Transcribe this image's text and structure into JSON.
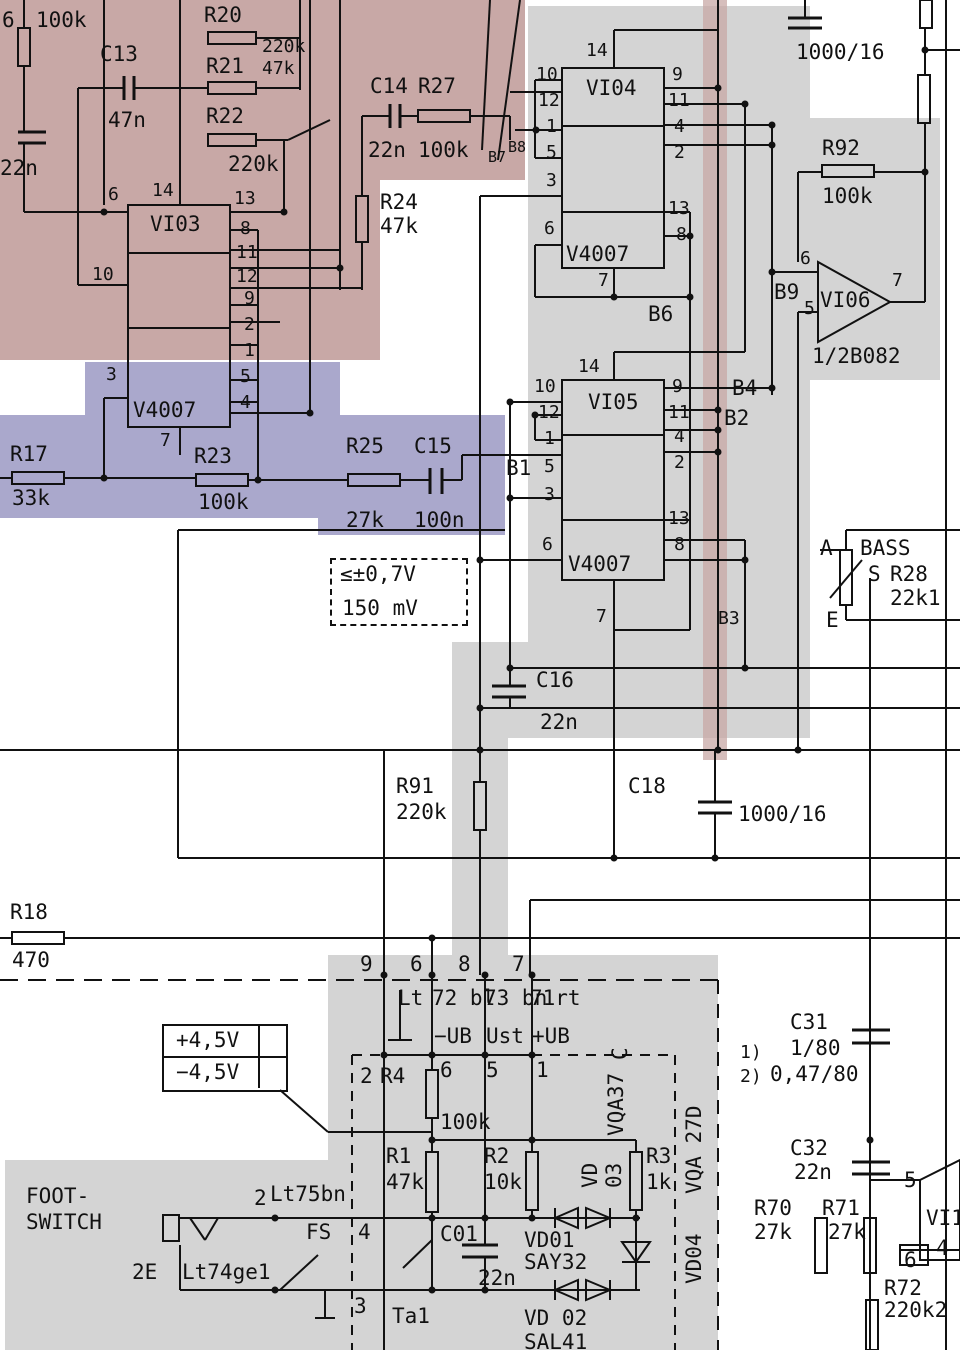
{
  "colors": {
    "region_red": "#c8a8a6",
    "region_blue": "#aaa8cc",
    "region_gray": "#d4d4d4",
    "ink": "#111111"
  },
  "resistors": {
    "r20": {
      "name": "R20",
      "value": "220k"
    },
    "r21": {
      "name": "R21",
      "value": "47k"
    },
    "r22": {
      "name": "R22",
      "value": "220k"
    },
    "r24": {
      "name": "R24",
      "value": "47k"
    },
    "r27": {
      "name": "R27",
      "value": "100k"
    },
    "r92": {
      "name": "R92",
      "value": "100k"
    },
    "r17": {
      "name": "R17",
      "value": "33k"
    },
    "r23": {
      "name": "R23",
      "value": "100k"
    },
    "r25": {
      "name": "R25",
      "value": "27k"
    },
    "r91": {
      "name": "R91",
      "value": "220k"
    },
    "r18": {
      "name": "R18",
      "value": "470"
    },
    "r4": {
      "name": "R4",
      "value": "100k"
    },
    "r1": {
      "name": "R1",
      "value": "47k"
    },
    "r2": {
      "name": "R2",
      "value": "10k"
    },
    "r3": {
      "name": "R3",
      "value": "1k"
    },
    "r28": {
      "name": "R28",
      "value": "22k1"
    },
    "r70": {
      "name": "R70",
      "value": "27k"
    },
    "r71": {
      "name": "R71",
      "value": "27k"
    },
    "r72": {
      "name": "R72",
      "value": "220k2"
    },
    "r_top_left": {
      "value": "100k"
    }
  },
  "capacitors": {
    "c13": {
      "name": "C13",
      "value": "47n"
    },
    "c14": {
      "name": "C14",
      "value": "22n"
    },
    "c15": {
      "name": "C15",
      "value": "100n"
    },
    "c16": {
      "name": "C16",
      "value": "22n"
    },
    "c18": {
      "name": "C18",
      "value": "1000/16"
    },
    "c31": {
      "name": "C31",
      "value": "1/80",
      "alt": "0,47/80"
    },
    "c32": {
      "name": "C32",
      "value": "22n"
    },
    "c01": {
      "name": "C01",
      "value": "22n"
    },
    "c_left": {
      "value": "22n"
    },
    "c_top_right": {
      "value": "1000/16"
    }
  },
  "ics": {
    "vi03": {
      "name": "VI03",
      "type": "V4007",
      "pins_left": [
        "6",
        "10",
        "3"
      ],
      "pins_top": "14",
      "pins_right": [
        "13",
        "8",
        "11",
        "12",
        "9",
        "2",
        "1",
        "5",
        "4"
      ],
      "pin_bottom": "7"
    },
    "vi04": {
      "name": "VI04",
      "type": "V4007",
      "pins_left": [
        "10",
        "12",
        "1",
        "5",
        "3",
        "6"
      ],
      "pin_top": "14",
      "pins_right": [
        "9",
        "11",
        "4",
        "2",
        "13",
        "8"
      ],
      "pin_bottom": "7"
    },
    "vi05": {
      "name": "VI05",
      "type": "V4007",
      "pins_left": [
        "10",
        "12",
        "1",
        "5",
        "3",
        "6"
      ],
      "pin_top": "14",
      "pins_right": [
        "9",
        "11",
        "4",
        "2",
        "13",
        "8"
      ],
      "pin_bottom": "7"
    },
    "vi06": {
      "name": "VI06",
      "type": "1/2B082",
      "pin_inv": "6",
      "pin_noninv": "5",
      "pin_out": "7"
    }
  },
  "nets": {
    "b1": "B1",
    "b2": "B2",
    "b3": "B3",
    "b4": "B4",
    "b6": "B6",
    "b7": "B7",
    "b8": "B8",
    "b9": "B9"
  },
  "bass": {
    "label": "BASS",
    "a": "A",
    "s": "S",
    "e": "E"
  },
  "level_box": {
    "line1": "≤±0,7V",
    "line2": "150 mV"
  },
  "supply_box": {
    "plus": "+4,5V",
    "minus": "−4,5V"
  },
  "connector": {
    "pins": [
      "9",
      "6",
      "8",
      "7"
    ],
    "wires": [
      "Lt",
      "72 bl",
      "73 bn",
      "71rt"
    ],
    "signals": [
      "−UB",
      "Ust",
      "+UB"
    ],
    "inner_pins": [
      "2",
      "6",
      "5",
      "1",
      "4",
      "3"
    ]
  },
  "footswitch": {
    "label1": "FOOT-",
    "label2": "SWITCH",
    "pin_2": "2",
    "wire_2": "Lt75bn",
    "pin_2e": "2E",
    "wire_2e": "Lt74ge1",
    "fs": "FS",
    "ta1": "Ta1"
  },
  "diodes": {
    "vd": "VD",
    "vd03": "03",
    "vqa37": "VQA37",
    "c_mark": "C",
    "vd01": "VD01",
    "say32": "SAY32",
    "vd02": "VD 02",
    "sal41": "SAL41",
    "vd04": "VD04",
    "vqa27d": "VQA 27D"
  },
  "notes": {
    "n1": "1)",
    "n2": "2)",
    "vi1": "VI1",
    "pin5": "5",
    "pin6": "6",
    "pin4": "4"
  }
}
